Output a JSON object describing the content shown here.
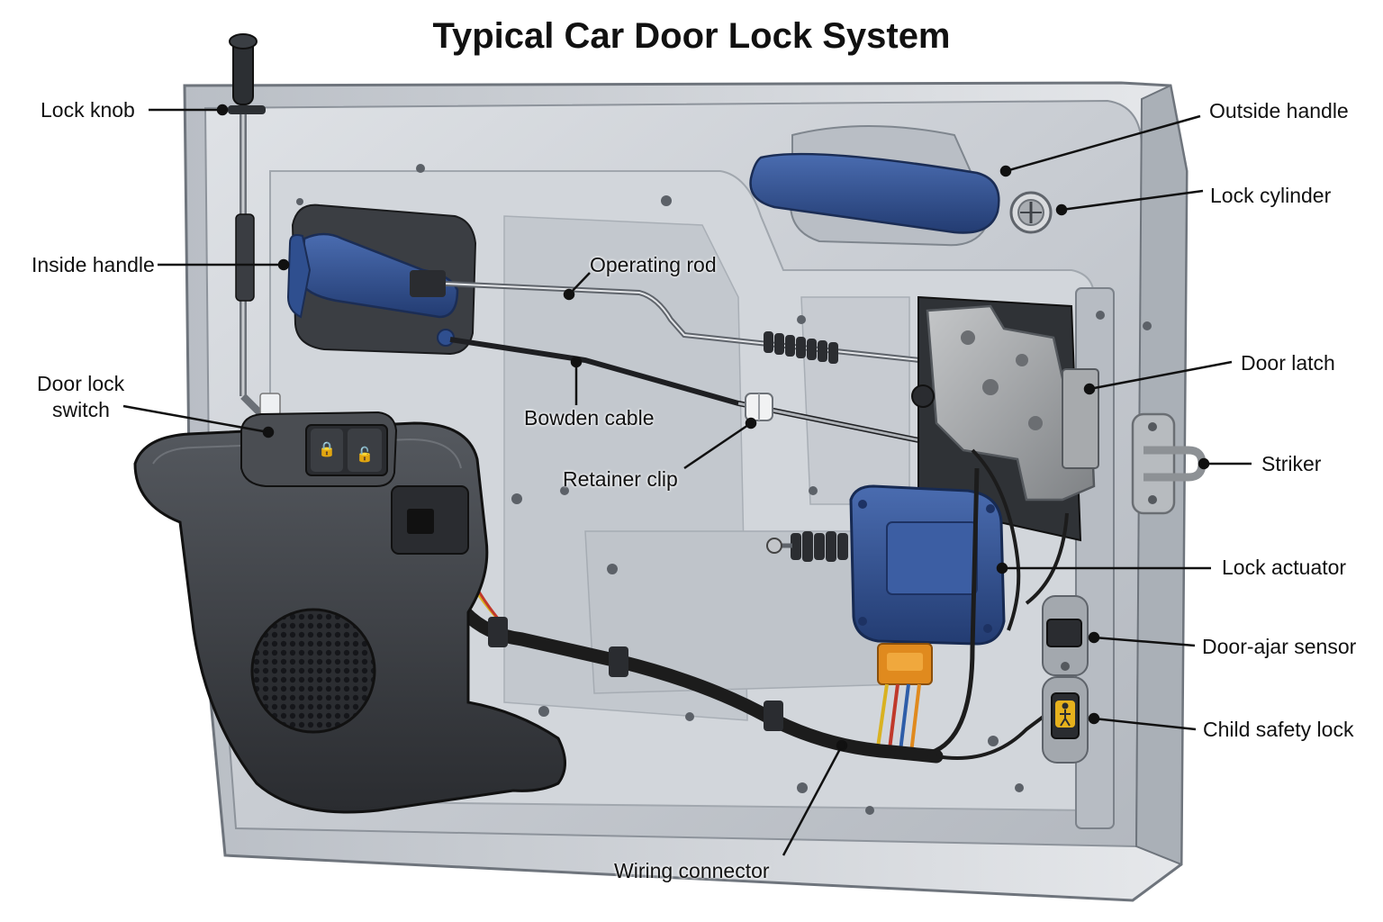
{
  "title": "Typical Car Door Lock System",
  "labels": {
    "lock_knob": "Lock knob",
    "inside_handle": "Inside handle",
    "door_lock_switch_line1": "Door lock",
    "door_lock_switch_line2": "switch",
    "operating_rod": "Operating rod",
    "bowden_cable": "Bowden cable",
    "retainer_clip": "Retainer clip",
    "wiring_connector": "Wiring connector",
    "outside_handle": "Outside handle",
    "lock_cylinder": "Lock cylinder",
    "door_latch": "Door latch",
    "striker": "Striker",
    "lock_actuator": "Lock actuator",
    "door_ajar_sensor": "Door-ajar sensor",
    "child_safety_lock": "Child safety lock"
  },
  "colors": {
    "door_panel": "#c9cdd3",
    "door_panel_dark": "#8e949c",
    "handle_blue": "#2f4f8f",
    "actuator_blue": "#2e4f92",
    "armrest": "#3a3d42",
    "latch_metal": "#9a9c9e",
    "connector_orange": "#e08a1e",
    "wire_black": "#1c1c1c",
    "leader_line": "#111111"
  }
}
